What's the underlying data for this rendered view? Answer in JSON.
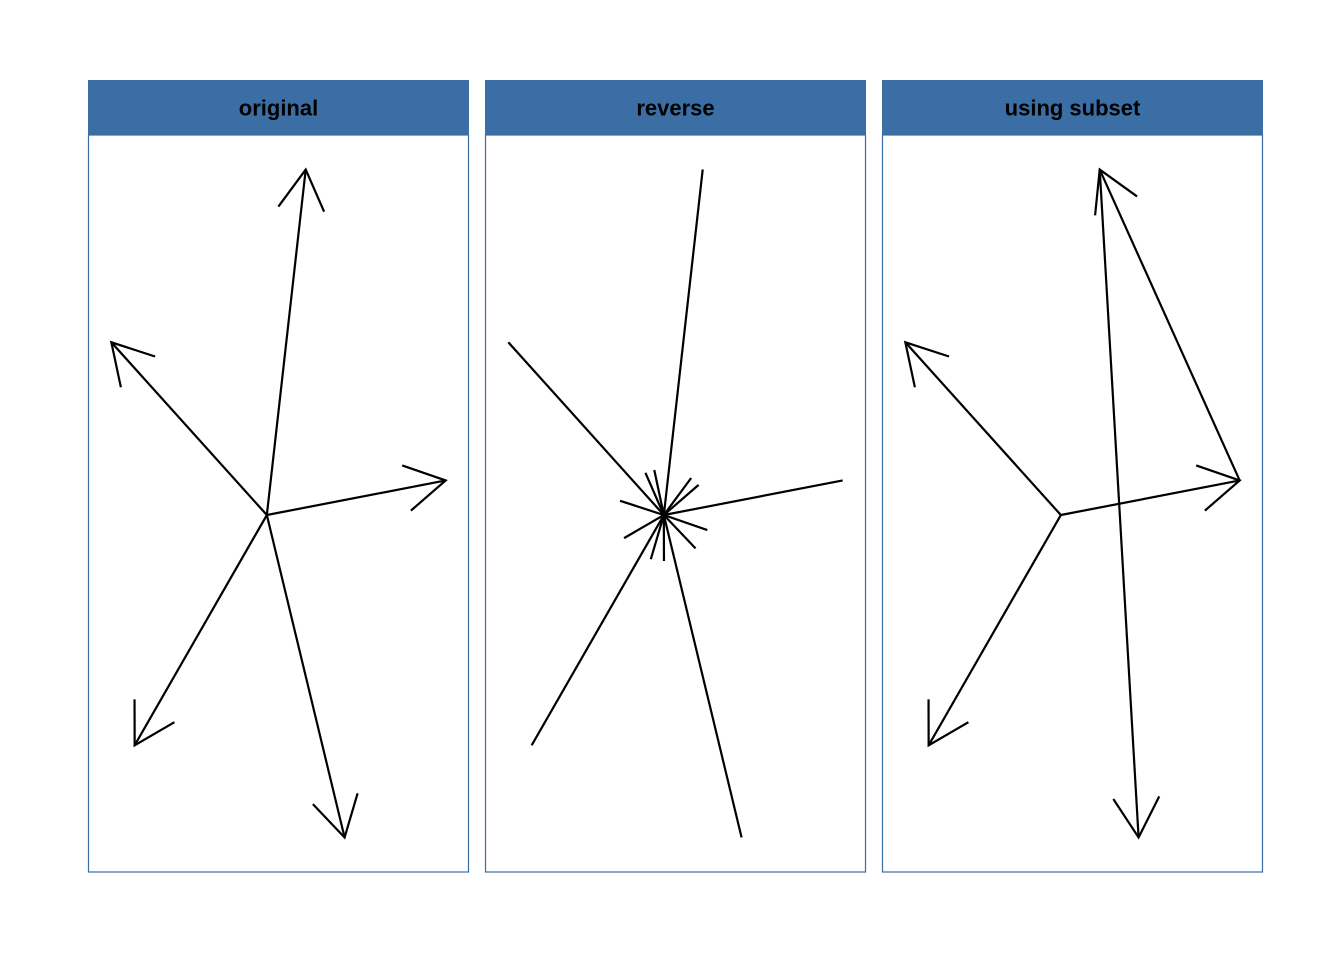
{
  "panels": [
    {
      "title": "original",
      "origin": [
        0,
        0
      ],
      "segments": [
        {
          "to": [
            0.5,
            3
          ],
          "head": "end"
        },
        {
          "to": [
            -2,
            1.5
          ],
          "head": "end"
        },
        {
          "to": [
            2.3,
            0.3
          ],
          "head": "end"
        },
        {
          "to": [
            -1.7,
            -2
          ],
          "head": "end"
        },
        {
          "to": [
            1,
            -2.8
          ],
          "head": "end"
        }
      ]
    },
    {
      "title": "reverse",
      "origin": [
        0,
        0
      ],
      "segments": [
        {
          "to": [
            0.5,
            3
          ],
          "head": "start"
        },
        {
          "to": [
            -2,
            1.5
          ],
          "head": "start"
        },
        {
          "to": [
            2.3,
            0.3
          ],
          "head": "start"
        },
        {
          "to": [
            -1.7,
            -2
          ],
          "head": "start"
        },
        {
          "to": [
            1,
            -2.8
          ],
          "head": "start"
        }
      ]
    },
    {
      "title": "using subset",
      "origin": [
        0,
        0
      ],
      "segments": [
        {
          "to": [
            -2,
            1.5
          ],
          "head": "end"
        },
        {
          "to": [
            2.3,
            0.3
          ],
          "head": "end"
        },
        {
          "to": [
            -1.7,
            -2
          ],
          "head": "end"
        },
        {
          "from": [
            2.3,
            0.3
          ],
          "to": [
            0.5,
            3
          ],
          "head": "end"
        },
        {
          "from": [
            0.5,
            3
          ],
          "to": [
            1,
            -2.8
          ],
          "head": "end"
        }
      ]
    }
  ],
  "xlim": [
    -2.3,
    2.6
  ],
  "ylim": [
    -3.1,
    3.3
  ],
  "colors": {
    "strip": "#3A6EA5",
    "frame": "#3A6EA5",
    "line": "#000000",
    "strip_text": "#000000"
  }
}
